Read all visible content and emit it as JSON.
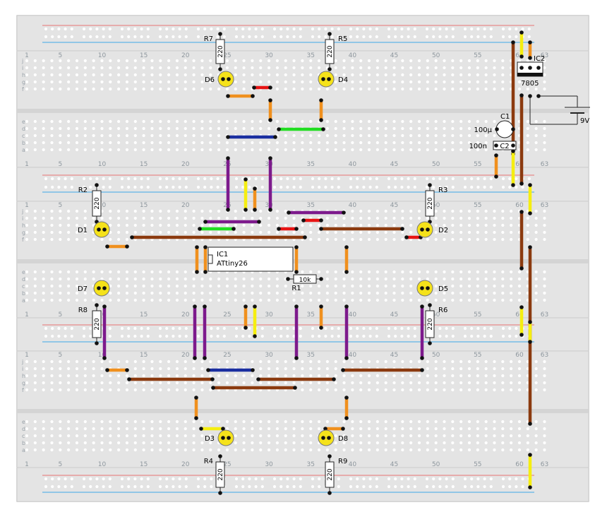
{
  "board": {
    "column_numbers": [
      "1",
      "5",
      "10",
      "15",
      "20",
      "25",
      "30",
      "35",
      "40",
      "45",
      "50",
      "55",
      "60",
      "63"
    ],
    "row_letters_top": [
      "a",
      "b",
      "c",
      "d",
      "e"
    ],
    "row_letters_bottom": [
      "f",
      "g",
      "h",
      "i",
      "j"
    ],
    "colors": {
      "rail_red": "#e88a8a",
      "rail_blue": "#5fb4e6",
      "wire_brown": "#8b3a0f",
      "wire_orange": "#f0901e",
      "wire_yellow": "#f5ee10",
      "wire_red": "#e81414",
      "wire_green": "#22dd22",
      "wire_blue": "#1a2ea0",
      "wire_purple": "#7d1a8c",
      "led": "#f5e21a"
    }
  },
  "components": {
    "resistors": [
      {
        "ref": "R7",
        "value": "220"
      },
      {
        "ref": "R5",
        "value": "220"
      },
      {
        "ref": "R2",
        "value": "220"
      },
      {
        "ref": "R3",
        "value": "220"
      },
      {
        "ref": "R8",
        "value": "220"
      },
      {
        "ref": "R6",
        "value": "220"
      },
      {
        "ref": "R4",
        "value": "220"
      },
      {
        "ref": "R9",
        "value": "220"
      },
      {
        "ref": "R1",
        "value": "10k"
      }
    ],
    "leds": [
      "D6",
      "D4",
      "D1",
      "D2",
      "D7",
      "D5",
      "D3",
      "D8"
    ],
    "ic1": {
      "ref": "IC1",
      "name": "ATtiny26"
    },
    "ic2": {
      "ref": "IC2",
      "name": "7805"
    },
    "c1": {
      "ref": "C1",
      "value": "100µ"
    },
    "c2": {
      "ref": "C2",
      "value": "100n"
    },
    "battery": {
      "label": "9V"
    }
  }
}
